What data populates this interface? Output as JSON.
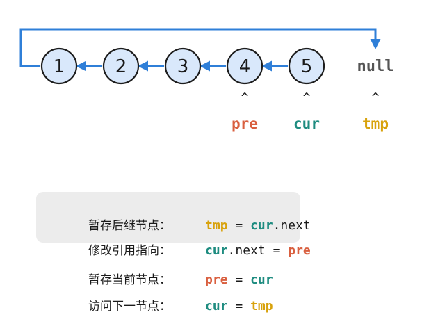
{
  "list": {
    "nodes": [
      "1",
      "2",
      "3",
      "4",
      "5"
    ],
    "null_label": "null"
  },
  "pointers": {
    "caret": "^",
    "pre": "pre",
    "cur": "cur",
    "tmp": "tmp"
  },
  "colors": {
    "pre": "#d95f3f",
    "cur": "#1e8c80",
    "tmp": "#d8a20c",
    "arrow": "#2f7fd8",
    "node_fill": "#d9e8fb",
    "highlight": "#ececec"
  },
  "code": [
    {
      "label": "暂存后继节点：",
      "tokens": [
        {
          "text": "tmp",
          "style": "tmp"
        },
        {
          "text": " = ",
          "style": "plain"
        },
        {
          "text": "cur",
          "style": "cur"
        },
        {
          "text": ".next",
          "style": "plain"
        }
      ]
    },
    {
      "label": "修改引用指向：",
      "tokens": [
        {
          "text": "cur",
          "style": "cur"
        },
        {
          "text": ".next = ",
          "style": "plain"
        },
        {
          "text": "pre",
          "style": "pre"
        }
      ]
    },
    {
      "label": "暂存当前节点：",
      "tokens": [
        {
          "text": "pre",
          "style": "pre"
        },
        {
          "text": " = ",
          "style": "plain"
        },
        {
          "text": "cur",
          "style": "cur"
        }
      ]
    },
    {
      "label": "访问下一节点：",
      "tokens": [
        {
          "text": "cur",
          "style": "cur"
        },
        {
          "text": " = ",
          "style": "plain"
        },
        {
          "text": "tmp",
          "style": "tmp"
        }
      ]
    }
  ]
}
